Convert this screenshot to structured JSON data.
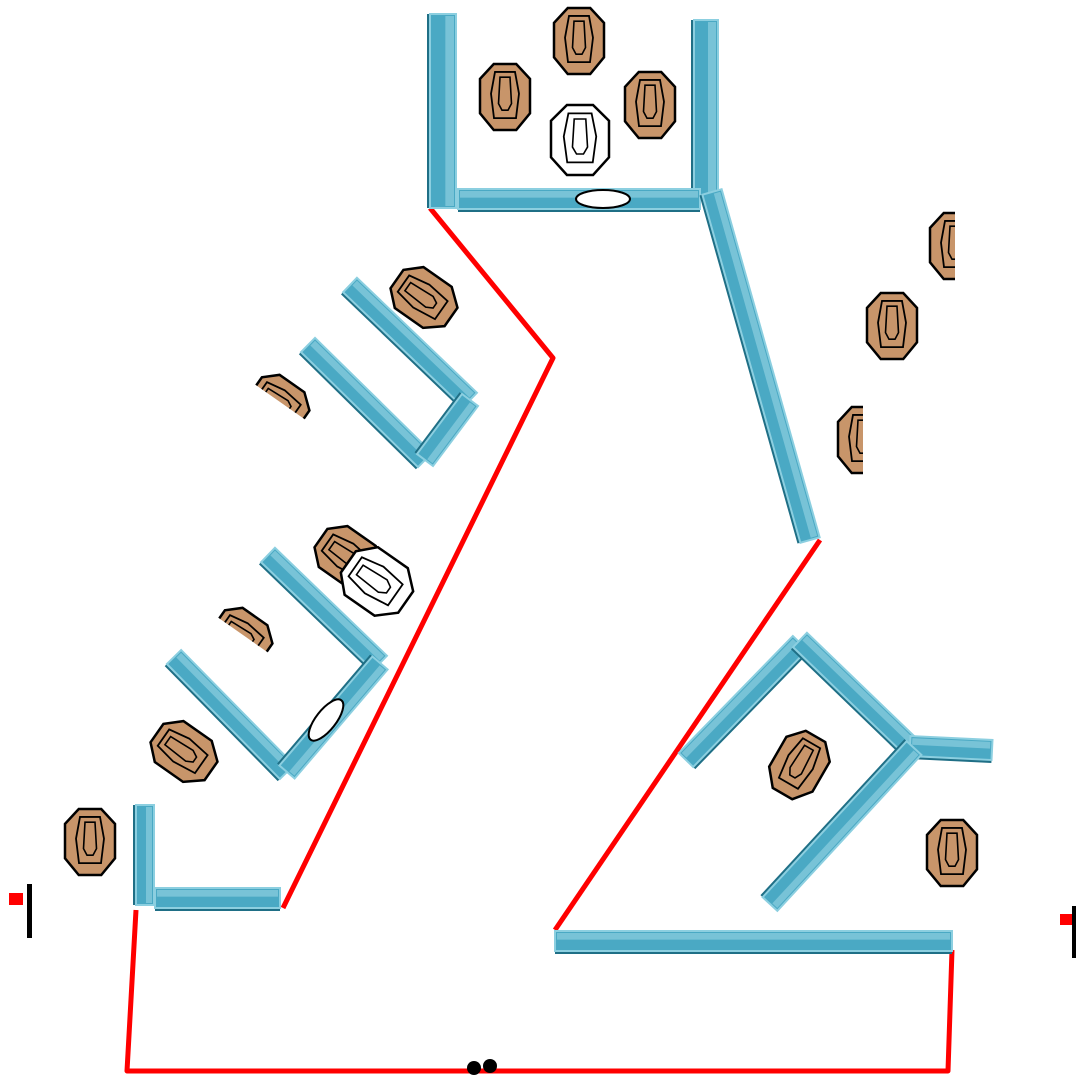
{
  "stage": {
    "description_free": true,
    "colors": {
      "background": "#ffffff",
      "boundary": "#ff0000",
      "wall_light": "#8ccfe0",
      "wall_mid": "#4aa9c4",
      "wall_dark": "#1f6f86",
      "target_paper": "#c8956a",
      "target_no_shoot": "#ffffff",
      "target_outline": "#000000",
      "flag": "#ff0000"
    }
  },
  "targets": {
    "paper_count": 14,
    "no_shoot_count": 2,
    "partial_count": 4
  },
  "props": {
    "ports": 2,
    "flags": 2,
    "start_position": "bottom-center"
  }
}
